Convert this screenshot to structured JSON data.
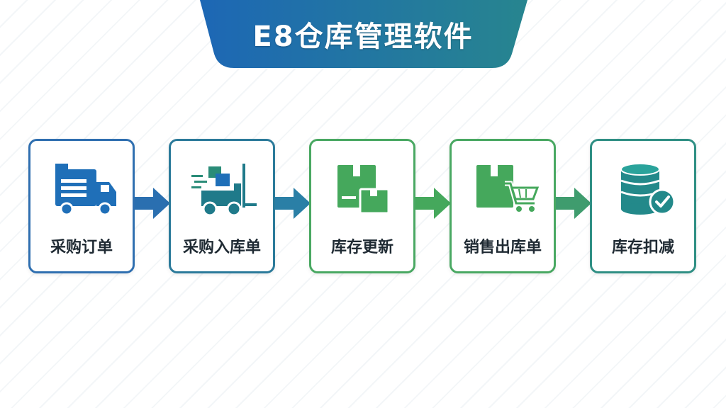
{
  "title": "E8仓库管理软件",
  "steps": [
    {
      "label": "采购订单",
      "icon": "delivery-truck-icon",
      "border": "#2f6fb0"
    },
    {
      "label": "采购入库单",
      "icon": "forklift-icon",
      "border": "#2b7a9a"
    },
    {
      "label": "库存更新",
      "icon": "boxes-icon",
      "border": "#49a862"
    },
    {
      "label": "销售出库单",
      "icon": "box-cart-icon",
      "border": "#49a862"
    },
    {
      "label": "库存扣减",
      "icon": "database-check-icon",
      "border": "#2f8f84"
    }
  ],
  "colors": {
    "blue": "#1f6fb8",
    "teal": "#23898a",
    "green": "#45a85c",
    "banner_start": "#1d67b5",
    "banner_end": "#27858f"
  }
}
